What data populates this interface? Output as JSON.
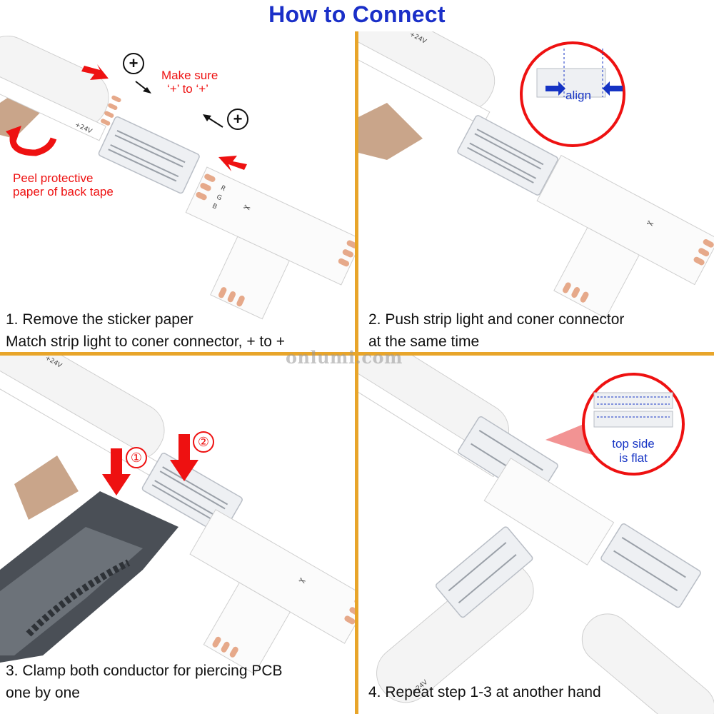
{
  "title": "How to Connect",
  "watermark": "onlumi.com",
  "colors": {
    "title": "#1a2fc8",
    "divider": "#e8a52a",
    "arrow": "#e11111",
    "bubble_label": "#1533c4"
  },
  "panel1": {
    "caption_line1": "1. Remove the sticker paper",
    "caption_line2": "Match strip light  to coner connector, + to +",
    "note_make_sure_line1": "Make sure",
    "note_make_sure_line2": "‘+’ to ‘+’",
    "note_peel_line1": "Peel protective",
    "note_peel_line2": "paper of back tape",
    "plus_symbol": "+",
    "strip_label": "+24V",
    "pad_label_r": "R",
    "pad_label_g": "G",
    "pad_label_b": "B"
  },
  "panel2": {
    "caption_line1": "2.  Push strip light and coner connector",
    "caption_line2": "at the same time",
    "bubble_label": "align",
    "strip_label": "+24V"
  },
  "panel3": {
    "caption_line1": "3. Clamp both conductor for piercing PCB",
    "caption_line2": "one by one",
    "badge1": "①",
    "badge2": "②",
    "strip_label": "+24V"
  },
  "panel4": {
    "caption": "4.  Repeat step 1-3 at another hand",
    "bubble_label_line1": "top side",
    "bubble_label_line2": "is flat",
    "strip_label": "+24V"
  }
}
